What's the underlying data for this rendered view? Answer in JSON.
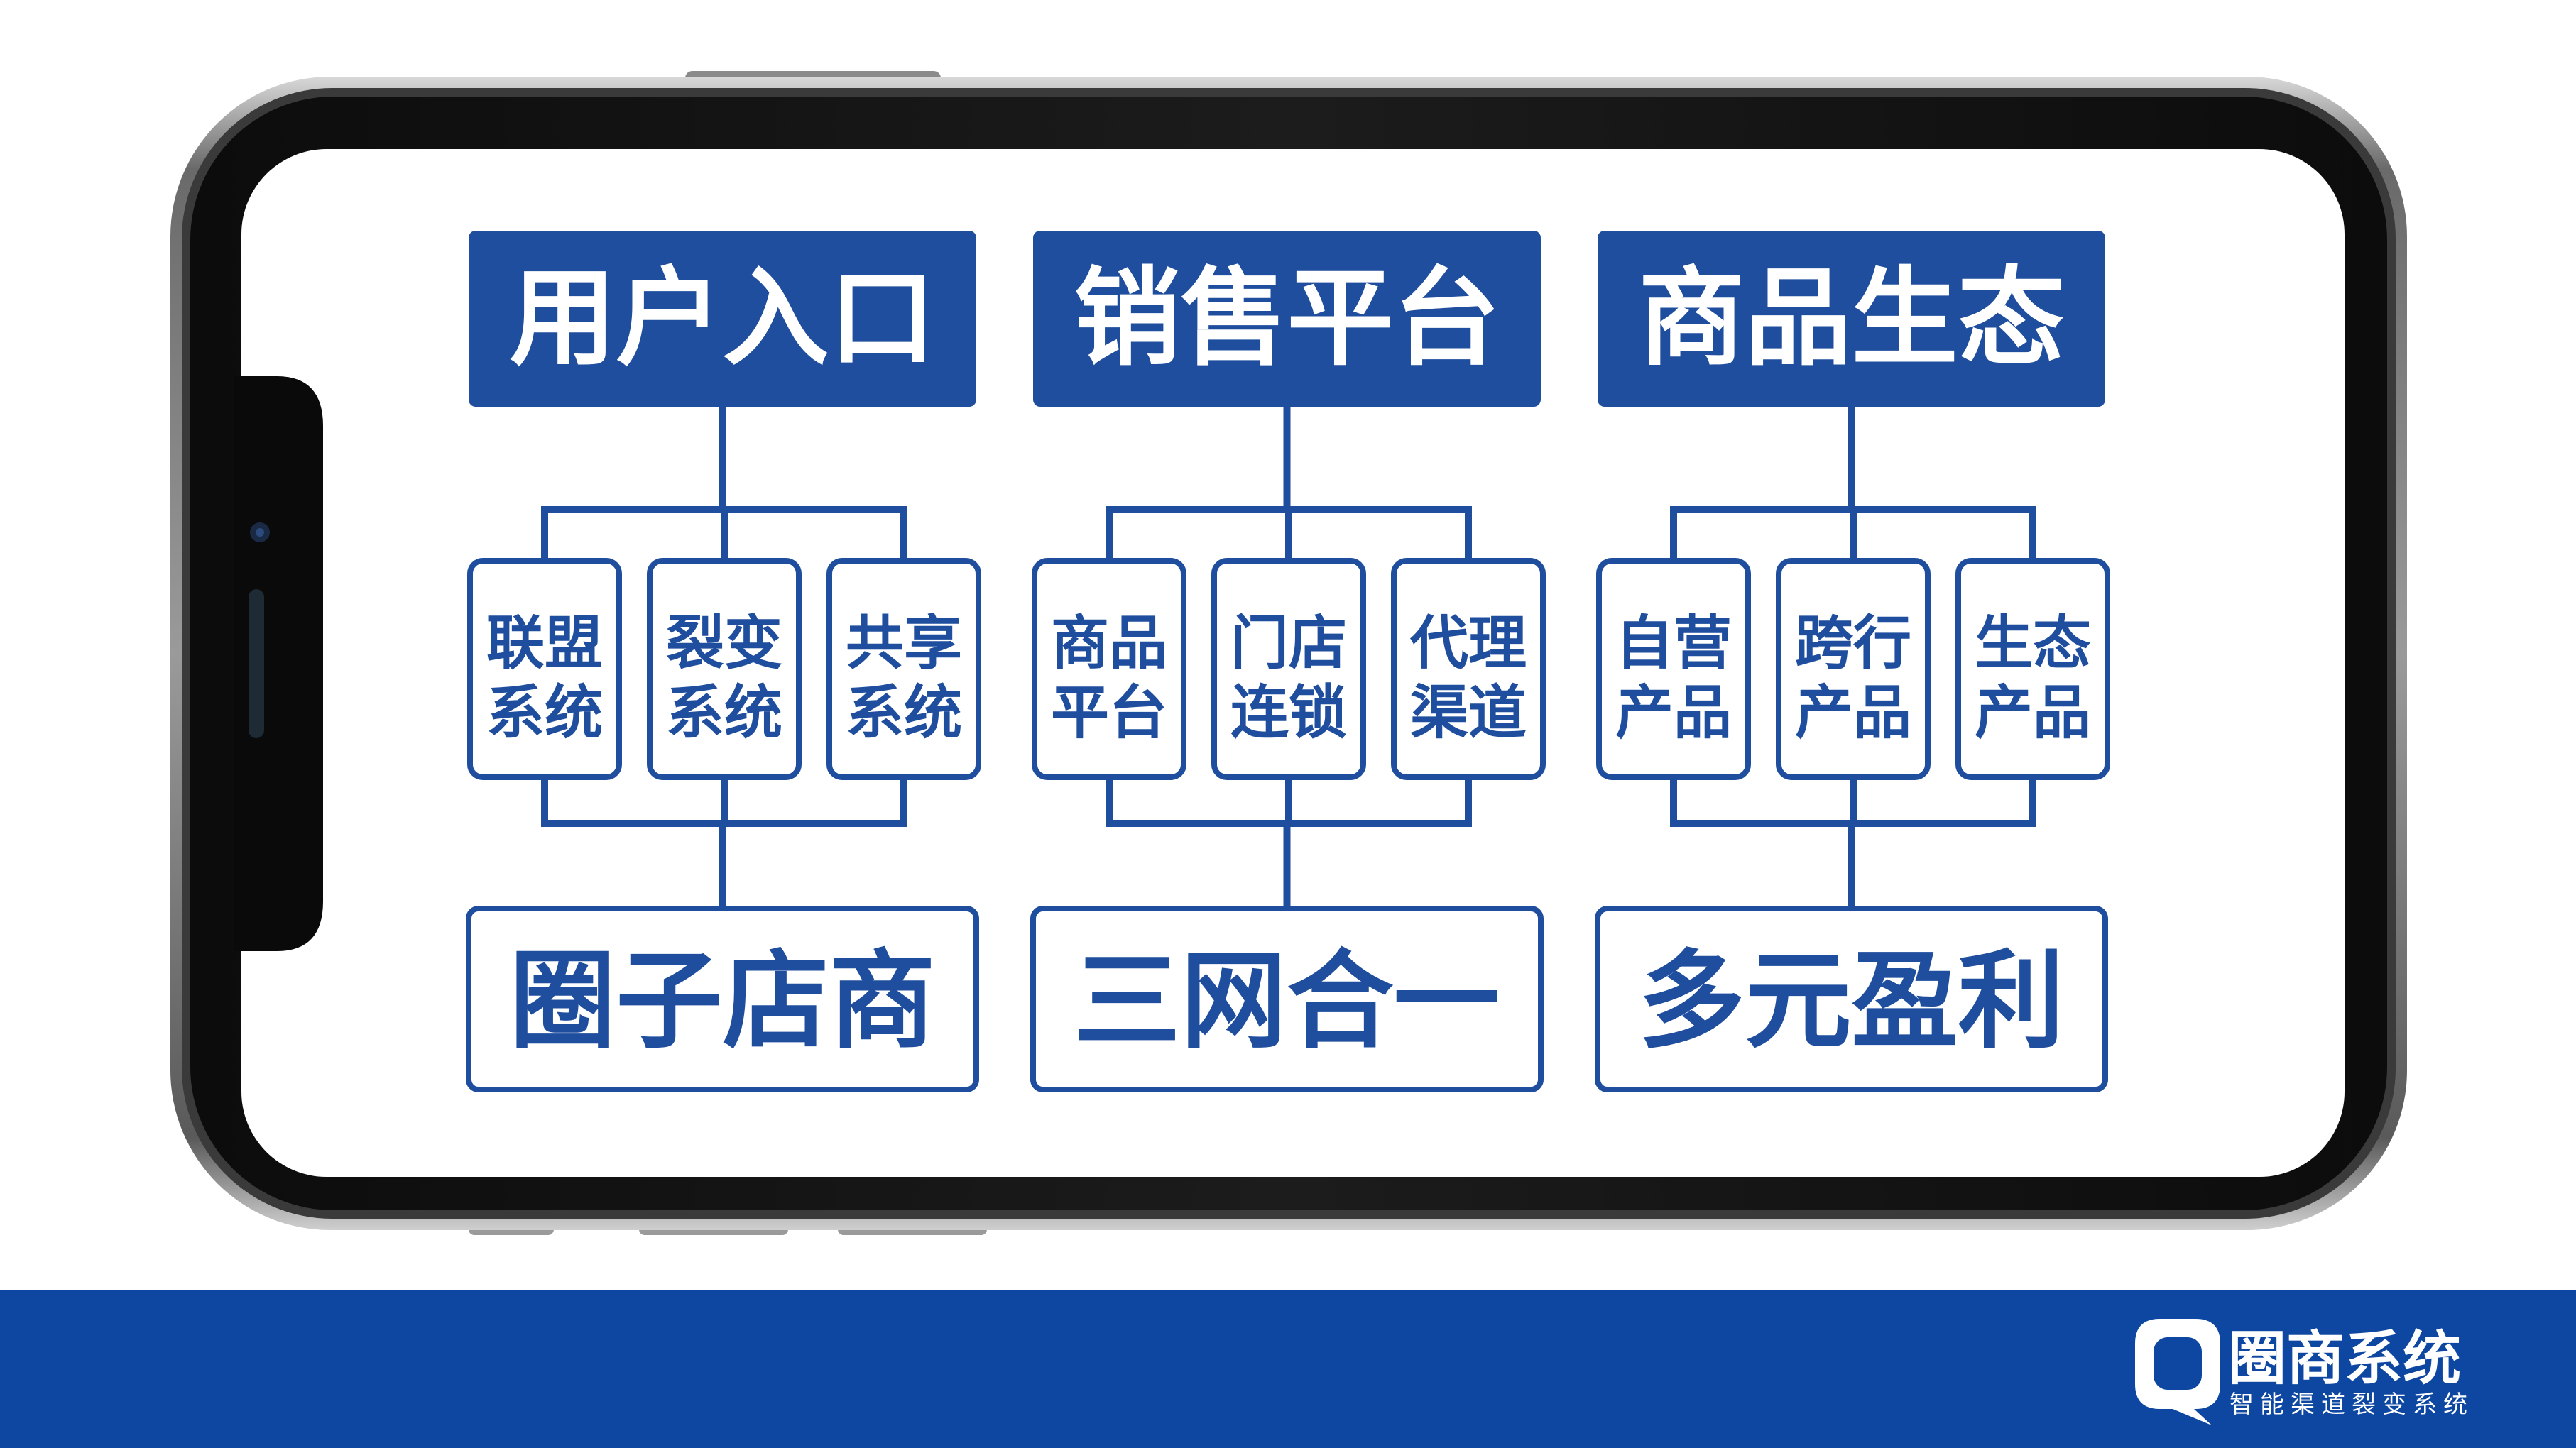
{
  "diagram": {
    "columns": [
      {
        "title": "用户入口",
        "items": [
          {
            "line1": "联盟",
            "line2": "系统"
          },
          {
            "line1": "裂变",
            "line2": "系统"
          },
          {
            "line1": "共享",
            "line2": "系统"
          }
        ],
        "result": "圈子店商"
      },
      {
        "title": "销售平台",
        "items": [
          {
            "line1": "商品",
            "line2": "平台"
          },
          {
            "line1": "门店",
            "line2": "连锁"
          },
          {
            "line1": "代理",
            "line2": "渠道"
          }
        ],
        "result": "三网合一"
      },
      {
        "title": "商品生态",
        "items": [
          {
            "line1": "自营",
            "line2": "产品"
          },
          {
            "line1": "跨行",
            "line2": "产品"
          },
          {
            "line1": "生态",
            "line2": "产品"
          }
        ],
        "result": "多元盈利"
      }
    ]
  },
  "brand": {
    "name": "圈商系统",
    "tagline": "智能渠道裂变系统"
  },
  "colors": {
    "primary": "#1f4e9e",
    "footer": "#0d47a1",
    "white": "#ffffff"
  },
  "icons": {
    "logo": "chat-bubble-logo-icon"
  }
}
